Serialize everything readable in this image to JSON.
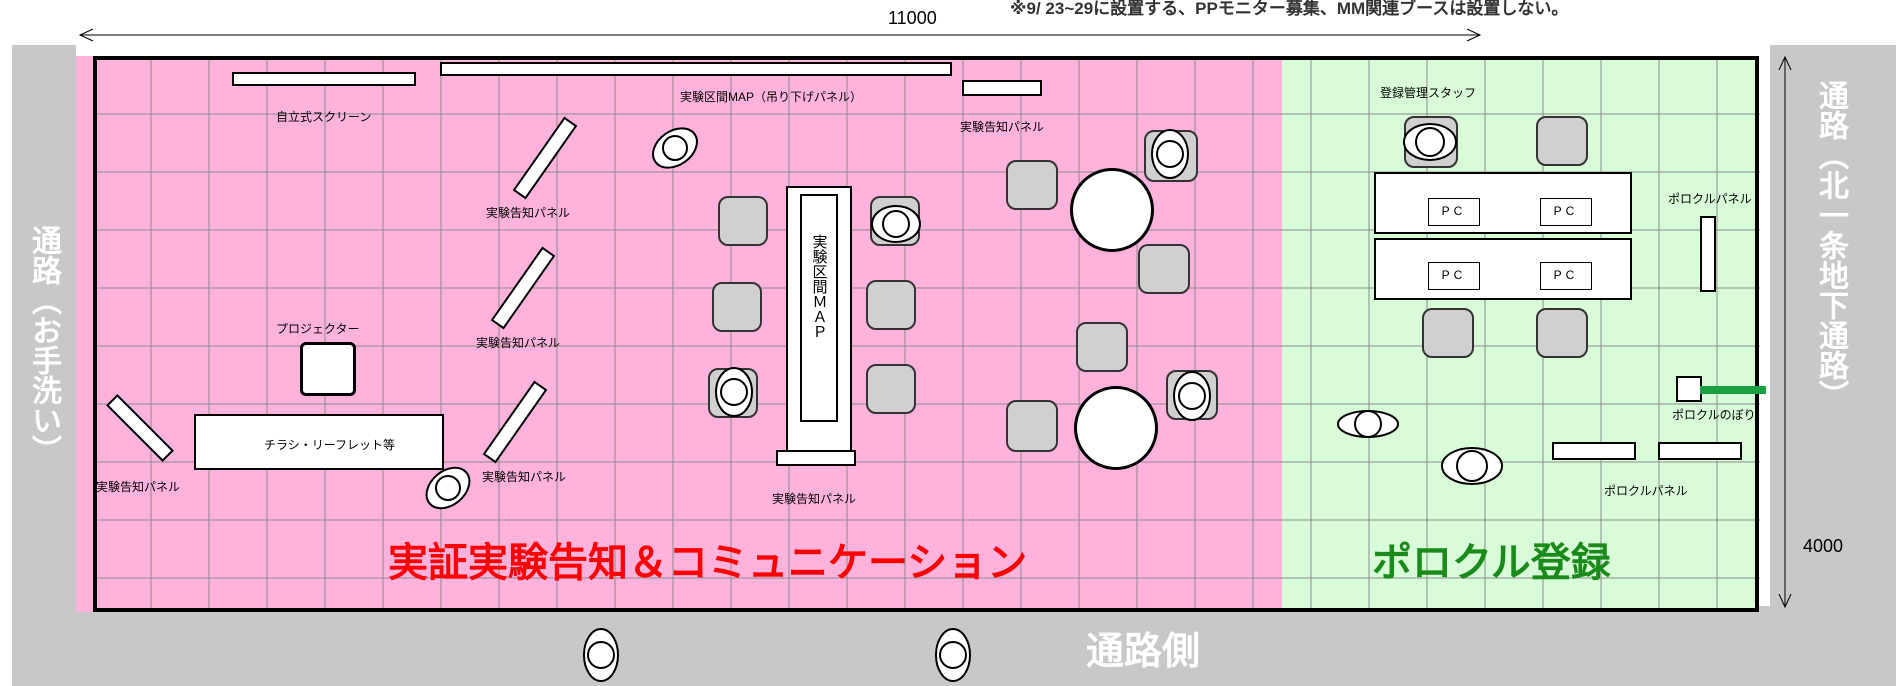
{
  "title": {
    "note": "※9/ 23~29に設置する、PPモニター募集、MM関連ブースは設置しない。"
  },
  "dimensions": {
    "width": "11000",
    "height": "4000"
  },
  "sides": {
    "left": "通路（お手洗い）",
    "right": "通路（北一条地下通路）",
    "bottom": "通路側"
  },
  "zones": {
    "communication": "実証実験告知＆コミュニケーション",
    "registration": "ポロクル登録"
  },
  "labels": {
    "screen": "自立式スクリーン",
    "map_hanging": "実験区間MAP（吊り下げパネル）",
    "notice_panel": "実験告知パネル",
    "projector": "プロジェクター",
    "flyers": "チラシ・リーフレット等",
    "map_stand": "実験区間ＭＡＰ",
    "staff": "登録管理スタッフ",
    "porokuru_panel": "ポロクルパネル",
    "porokuru_flag": "ポロクルのぼり",
    "pc": "PC"
  },
  "colors": {
    "communication_zone": "#ffb3dc",
    "registration_zone": "#d8fcd8",
    "communication_title": "#ff0000",
    "registration_title": "#1a8a1a",
    "grid": "#8a8a8a",
    "walkway": "#c8c8c8",
    "flag": "#1aa040"
  }
}
